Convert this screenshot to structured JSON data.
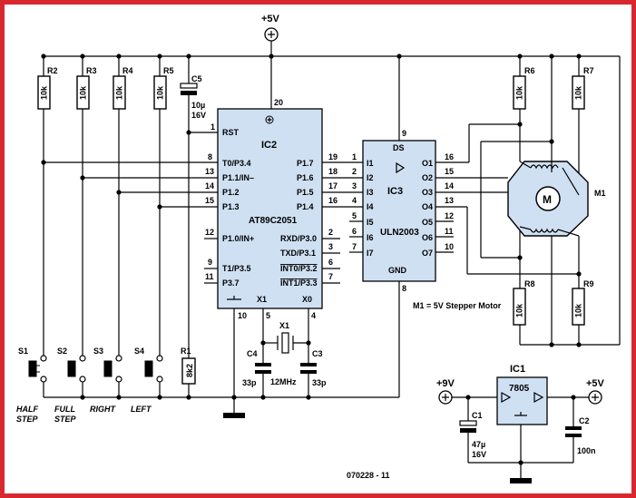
{
  "border_color": "#d8282f",
  "chip_fill": "#cfe0f3",
  "supply": {
    "vcc_top": "+5V",
    "vin": "+9V",
    "vout": "+5V"
  },
  "ic2": {
    "ref": "IC2",
    "part": "AT89C2051"
  },
  "ic3": {
    "ref": "IC3",
    "part": "ULN2003",
    "ds": "DS",
    "gnd": "GND"
  },
  "ic1": {
    "ref": "IC1",
    "part": "7805"
  },
  "motor": {
    "ref": "M1",
    "symbol": "M",
    "note": "M1 = 5V Stepper Motor"
  },
  "x1": {
    "ref": "X1",
    "value": "12MHz"
  },
  "caps": {
    "c5_ref": "C5",
    "c5_val1": "10µ",
    "c5_val2": "16V",
    "c4_ref": "C4",
    "c4_val": "33p",
    "c3_ref": "C3",
    "c3_val": "33p",
    "c1_ref": "C1",
    "c1_val1": "47µ",
    "c1_val2": "16V",
    "c2_ref": "C2",
    "c2_val": "100n"
  },
  "resistors": [
    {
      "ref": "R2",
      "value": "10k"
    },
    {
      "ref": "R3",
      "value": "10k"
    },
    {
      "ref": "R4",
      "value": "10k"
    },
    {
      "ref": "R5",
      "value": "10k"
    },
    {
      "ref": "R1",
      "value": "8k2"
    },
    {
      "ref": "R6",
      "value": "10k"
    },
    {
      "ref": "R7",
      "value": "10k"
    },
    {
      "ref": "R8",
      "value": "10k"
    },
    {
      "ref": "R9",
      "value": "10k"
    }
  ],
  "switches": [
    {
      "ref": "S1",
      "label1": "HALF",
      "label2": "STEP"
    },
    {
      "ref": "S2",
      "label1": "FULL",
      "label2": "STEP"
    },
    {
      "ref": "S3",
      "label1": "RIGHT",
      "label2": ""
    },
    {
      "ref": "S4",
      "label1": "LEFT",
      "label2": ""
    }
  ],
  "ic2_left_pins": [
    {
      "num": "1",
      "name": "RST"
    },
    {
      "num": "8",
      "name": "T0/P3.4"
    },
    {
      "num": "13",
      "name": "P1.1/IN–"
    },
    {
      "num": "14",
      "name": "P1.2"
    },
    {
      "num": "15",
      "name": "P1.3"
    },
    {
      "num": "12",
      "name": "P1.0/IN+"
    },
    {
      "num": "9",
      "name": "T1/P3.5"
    },
    {
      "num": "11",
      "name": "P3.7"
    }
  ],
  "ic2_right_pins": [
    {
      "num": "19",
      "name": "P1.7"
    },
    {
      "num": "18",
      "name": "P1.6"
    },
    {
      "num": "17",
      "name": "P1.5"
    },
    {
      "num": "16",
      "name": "P1.4"
    },
    {
      "num": "2",
      "name": "RXD/P3.0"
    },
    {
      "num": "3",
      "name": "TXD/P3.1"
    },
    {
      "num": "6",
      "name": "INT0/P3.2"
    },
    {
      "num": "7",
      "name": "INT1/P3.3"
    }
  ],
  "ic2_misc_pins": {
    "vcc": "20",
    "gnd": "10",
    "x1_pin": "5",
    "x0_pin": "4",
    "x1_lbl": "X1",
    "x0_lbl": "X0"
  },
  "ic3_inputs": [
    {
      "num": "1",
      "name": "I1"
    },
    {
      "num": "2",
      "name": "I2"
    },
    {
      "num": "3",
      "name": "I3"
    },
    {
      "num": "4",
      "name": "I4"
    },
    {
      "num": "5",
      "name": "I5"
    },
    {
      "num": "6",
      "name": "I6"
    },
    {
      "num": "7",
      "name": "I7"
    }
  ],
  "ic3_outputs": [
    {
      "num": "16",
      "name": "O1"
    },
    {
      "num": "15",
      "name": "O2"
    },
    {
      "num": "14",
      "name": "O3"
    },
    {
      "num": "13",
      "name": "O4"
    },
    {
      "num": "12",
      "name": "O5"
    },
    {
      "num": "11",
      "name": "O6"
    },
    {
      "num": "10",
      "name": "O7"
    }
  ],
  "ic3_misc_pins": {
    "ds": "9",
    "gnd": "8"
  },
  "footer": "070228 - 11"
}
